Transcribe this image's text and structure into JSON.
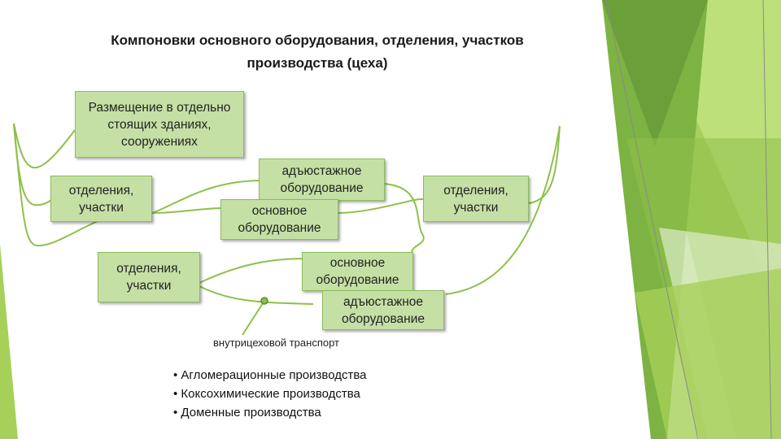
{
  "slide": {
    "title_line1": "Компоновки основного оборудования, отделения, участков",
    "title_line2": "производства (цеха)"
  },
  "diagram": {
    "box_placement": "Размещение в отдельно стоящих зданиях, сооружениях",
    "box_dept_left": "отделения, участки",
    "box_aux_upper": "адъюстажное оборудование",
    "box_main_upper": "основное оборудование",
    "box_dept_right": "отделения, участки",
    "box_dept_lower": "отделения, участки",
    "box_main_lower": "основное оборудование",
    "box_aux_lower": "адъюстажное оборудование",
    "transport_label": "внутрицеховой транспорт"
  },
  "bullets": [
    "Агломерационные производства",
    "Коксохимические производства",
    "Доменные производства"
  ],
  "colors": {
    "box_fill": "#c5e0a5",
    "box_border": "#8bbd5a",
    "connector": "#8fc04a",
    "deco_dark": "#6a9f3a",
    "deco_light": "#a6d059"
  }
}
